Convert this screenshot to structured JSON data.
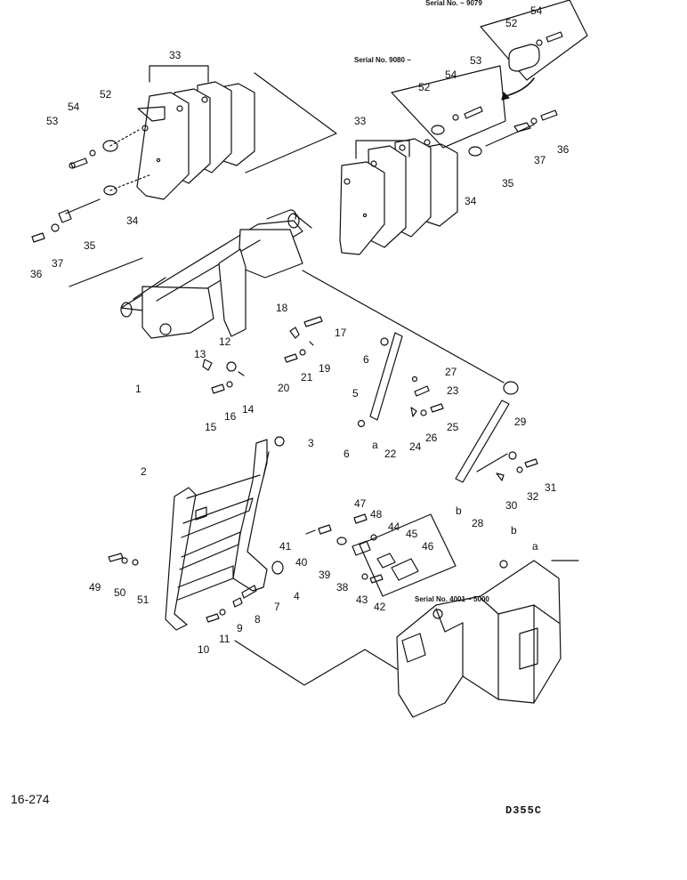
{
  "page_number": "16-274",
  "model_code": "D355C",
  "serial_notes": {
    "top_right": "Serial No. ~ 9079",
    "mid_right": "Serial No. 9080 ~",
    "frame_callout": "Serial No. 4001 ~ 5000"
  },
  "callouts": [
    "1",
    "2",
    "3",
    "4",
    "5",
    "6",
    "6",
    "7",
    "8",
    "9",
    "10",
    "11",
    "12",
    "13",
    "14",
    "15",
    "16",
    "17",
    "18",
    "19",
    "20",
    "21",
    "22",
    "23",
    "24",
    "25",
    "26",
    "27",
    "28",
    "29",
    "30",
    "31",
    "32",
    "33",
    "33",
    "34",
    "34",
    "35",
    "35",
    "36",
    "36",
    "37",
    "37",
    "38",
    "39",
    "40",
    "41",
    "42",
    "43",
    "44",
    "45",
    "46",
    "47",
    "48",
    "49",
    "50",
    "51",
    "52",
    "52",
    "52",
    "53",
    "53",
    "54",
    "54",
    "54",
    "a",
    "a",
    "b",
    "b"
  ]
}
